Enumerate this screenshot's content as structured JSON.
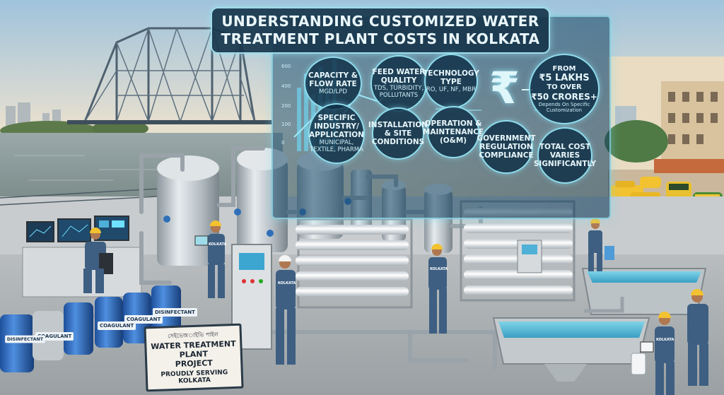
{
  "title": {
    "line1": "UNDERSTANDING CUSTOMIZED WATER",
    "line2": "TREATMENT PLANT COSTS IN KOLKATA"
  },
  "factors": [
    {
      "title": "CAPACITY & FLOW RATE",
      "sub": "MGD/LPD"
    },
    {
      "title": "FEED WATER QUALITY",
      "sub": "TDS, TURBIDITY, POLLUTANTS"
    },
    {
      "title": "TECHNOLOGY TYPE",
      "sub": "RO, UF, NF, MBR"
    },
    {
      "title": "SPECIFIC INDUSTRY/ APPLICATION",
      "sub": "MUNICIPAL, TEXTILE, PHARMA"
    },
    {
      "title": "INSTALLATION & SITE CONDITIONS",
      "sub": ""
    },
    {
      "title": "OPERATION & MAINTENANCE (O&M)",
      "sub": ""
    },
    {
      "title": "GOVERNMENT REGULATION COMPLIANCE",
      "sub": ""
    },
    {
      "title": "TOTAL COST VARIES SIGNIFICANTLY",
      "sub": ""
    }
  ],
  "currency_symbol": "₹",
  "price_range": {
    "from": "FROM",
    "low": "₹5 LAKHS",
    "to": "TO OVER",
    "high": "₹50 CRORES+",
    "note": "Depends On Specific Customization"
  },
  "chart_axis": [
    "600",
    "400",
    "200",
    "100",
    "0"
  ],
  "drum_labels": {
    "drum1": "COAGULANT",
    "drum2": "DISINFECTANT",
    "drum3": "COAGULANT",
    "drum4": "COAGULANT",
    "drum5": "DISINFECTANT"
  },
  "vest_text": "KOLKATA",
  "project_sign": {
    "bengali": "সেইভেঅাইভি পাইল",
    "line1": "WATER TREATMENT PLANT",
    "line2": "PROJECT",
    "line3": "PROUDLY SERVING KOLKATA"
  },
  "colors": {
    "accent": "#8fdcec",
    "panel": "#1e4a66",
    "sky": "#b9d3e4",
    "taxi": "#f2c230"
  }
}
